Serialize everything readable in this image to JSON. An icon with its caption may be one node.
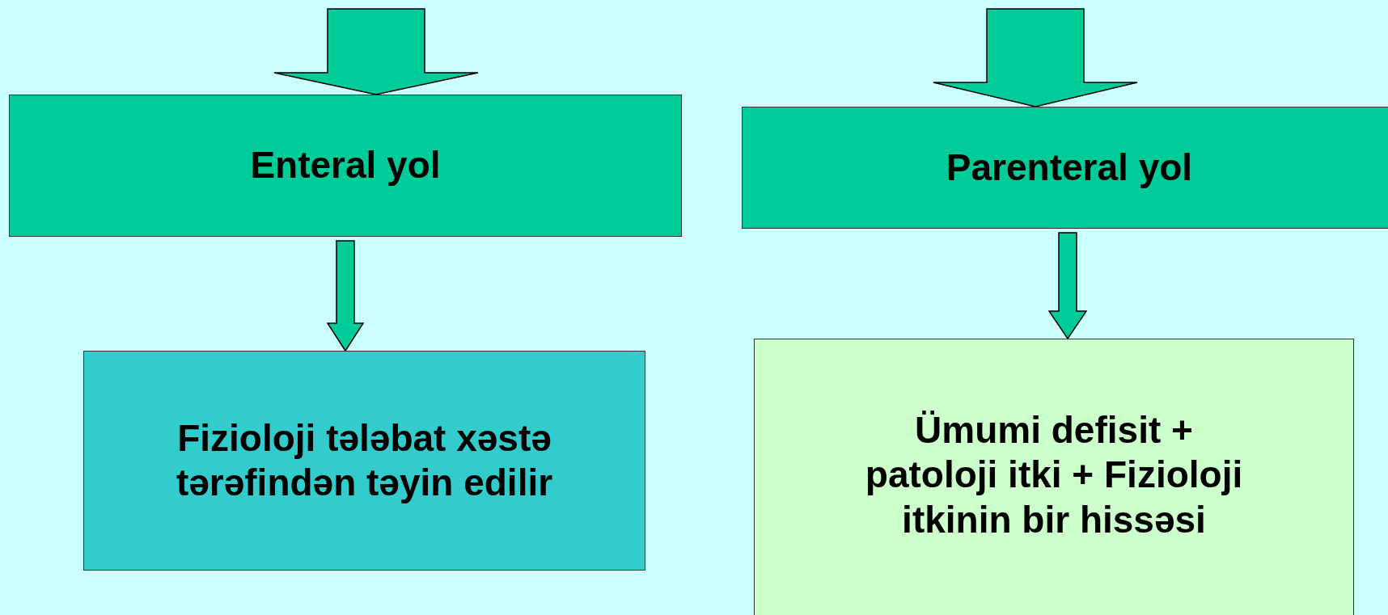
{
  "diagram": {
    "nodes": [
      {
        "text": [
          "Enteral yol"
        ]
      },
      {
        "text": [
          "Parenteral yol"
        ]
      },
      {
        "text": [
          "Fizioloji tələbat xəstə tərəfindən təyin edilir"
        ]
      },
      {
        "text": [
          "Ümumi defisit + patoloji itki + Fizioloji itkinin bir hissəsi"
        ]
      }
    ],
    "edges": [
      {
        "from": null,
        "to": 0,
        "arrow": "to"
      },
      {
        "from": 0,
        "to": 2,
        "arrow": "to"
      },
      {
        "from": null,
        "to": 1,
        "arrow": "to"
      },
      {
        "from": 1,
        "to": 3,
        "arrow": "to"
      }
    ]
  }
}
